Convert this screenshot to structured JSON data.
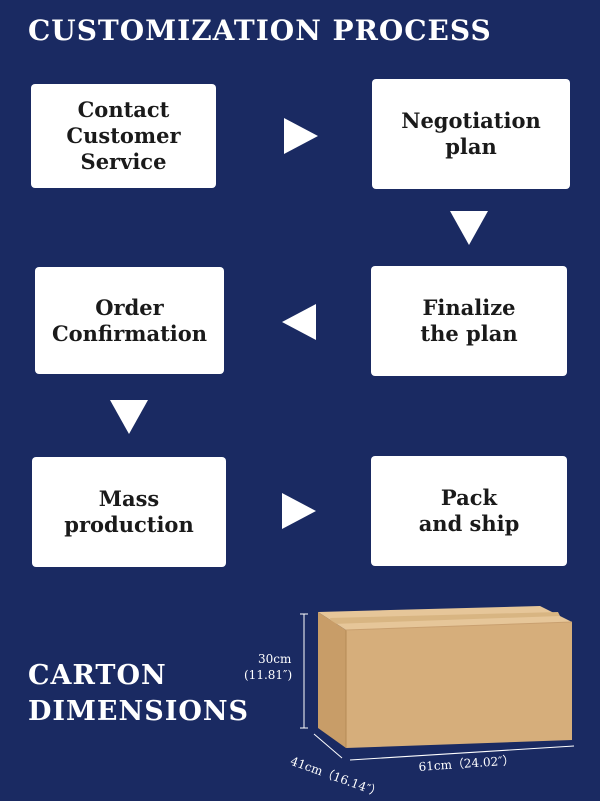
{
  "title": "CUSTOMIZATION PROCESS",
  "steps": [
    {
      "label": "Contact\nCustomer\nService"
    },
    {
      "label": "Negotiation\nplan"
    },
    {
      "label": "Finalize\nthe plan"
    },
    {
      "label": "Order\nConfirmation"
    },
    {
      "label": "Mass\nproduction"
    },
    {
      "label": "Pack\nand ship"
    }
  ],
  "carton": {
    "title_line1": "CARTON",
    "title_line2": "DIMENSIONS",
    "height_cm": "30cm",
    "height_in": "(11.81″)",
    "depth_label": "41cm（16.14″）",
    "width_label": "61cm（24.02″）"
  },
  "colors": {
    "background": "#1a2a62",
    "box": "#ffffff",
    "carton": "#d2ab7a"
  }
}
